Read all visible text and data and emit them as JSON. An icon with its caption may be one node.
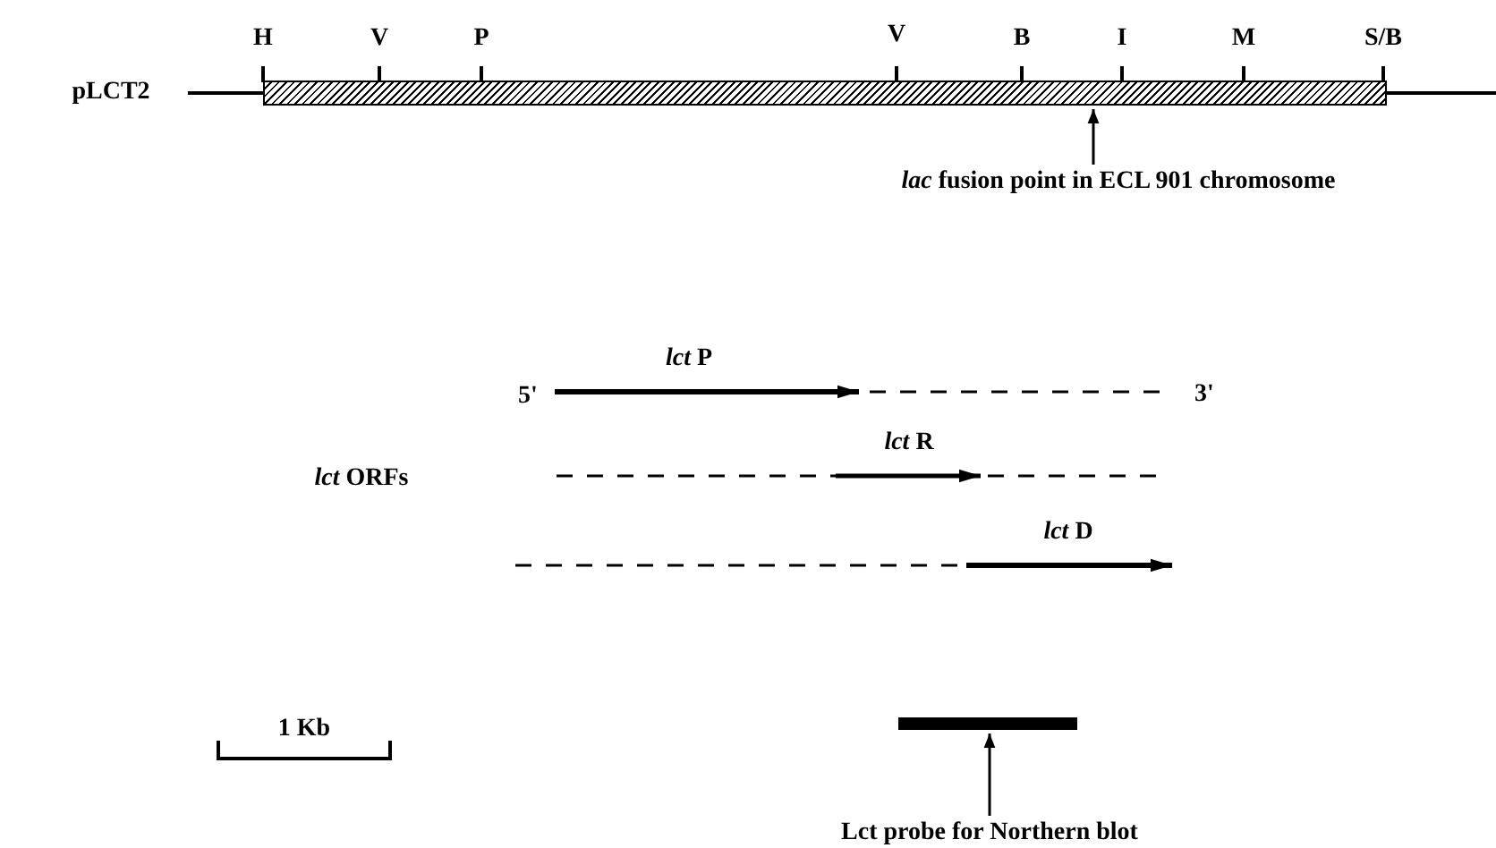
{
  "diagram": {
    "nodes": [
      {
        "text": [
          "*lac* fusion point in ECL 901 chromosome"
        ]
      },
      {
        "text": [],
        "shape": "bar"
      },
      {
        "text": [
          "Lct probe for Northern blot"
        ]
      },
      {
        "text": [],
        "shape": "bar"
      }
    ],
    "edges": [
      {
        "from": 0,
        "to": 1,
        "arrow": "to"
      },
      {
        "from": 2,
        "to": 3,
        "arrow": "to"
      }
    ],
    "labels": [
      "H",
      "V",
      "P",
      "V",
      "B",
      "I",
      "M",
      "S/B",
      "pLCT2",
      "*lct* P",
      "5'",
      "3'",
      "*lct* R",
      "*lct* ORFs",
      "*lct* D",
      "1 Kb"
    ]
  }
}
